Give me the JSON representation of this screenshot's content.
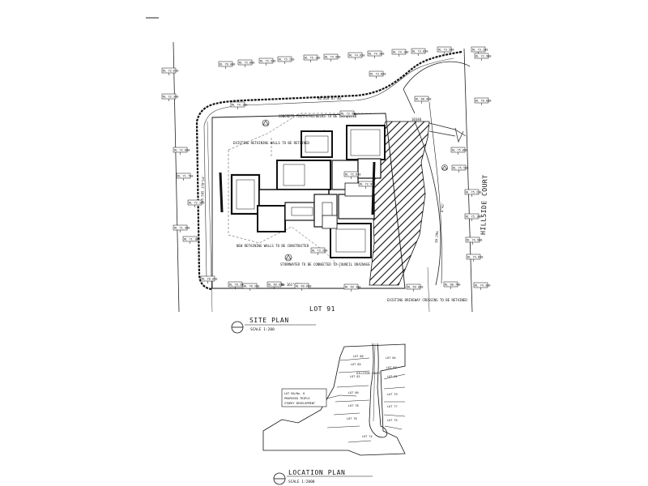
{
  "site_plan": {
    "title": "SITE PLAN",
    "scale": "SCALE 1:200",
    "street_label": "HILLSIDE COURT",
    "lot_below": "LOT 91",
    "dimension_top": "40.859 87°40'",
    "dimension_bottom": "15.78m 161°47'",
    "dimension_left": "43.595 178°14'",
    "dimension_right": "6°42'",
    "right_width": "28.29m",
    "driveway_label": "10340",
    "setback_note": "EXISTING DRIVEWAY CROSSING TO BE RETAINED",
    "site_notes": [
      "CONCRETE FOOTPATHS/DECKS TO BE INSTALLED",
      "EXISTING RETAINING WALLS TO BE RETAINED",
      "NEW RETAINING WALLS TO BE CONSTRUCTED",
      "STORMWATER TO BE CONNECTED TO COUNCIL DRAINAGE"
    ],
    "rl_tags": [
      "RL 76.000",
      "RL 75.800",
      "RL 75.500",
      "RL 75.250",
      "RL 75.100",
      "RL 74.900",
      "RL 74.650",
      "RL 74.300",
      "RL 74.100",
      "RL 73.850",
      "RL 73.500",
      "RL 73.200",
      "RL 72.900",
      "RL 72.650",
      "RL 72.300",
      "RL 72.000",
      "RL 71.750",
      "RL 71.400",
      "RL 71.100",
      "RL 70.850",
      "RL 70.500",
      "RL 70.200",
      "RL 69.950",
      "RL 69.600",
      "RL 69.300",
      "RL 69.050",
      "RL 68.700",
      "RL 68.450"
    ]
  },
  "location_plan": {
    "title": "LOCATION PLAN",
    "scale": "SCALE 1:2000",
    "subject_note": [
      "LOT 80/No. 8",
      "PROPOSED TRIPLE",
      "STOREY DEVELOPMENT"
    ],
    "street_label": "HILLSIDE COURT",
    "lots": [
      "LOT 86",
      "LOT 84",
      "LOT 85",
      "LOT 83",
      "LOT 82",
      "LOT 81",
      "LOT 80",
      "LOT 79",
      "LOT 78",
      "LOT 77",
      "LOT 76",
      "LOT 75",
      "LOT 74"
    ]
  }
}
